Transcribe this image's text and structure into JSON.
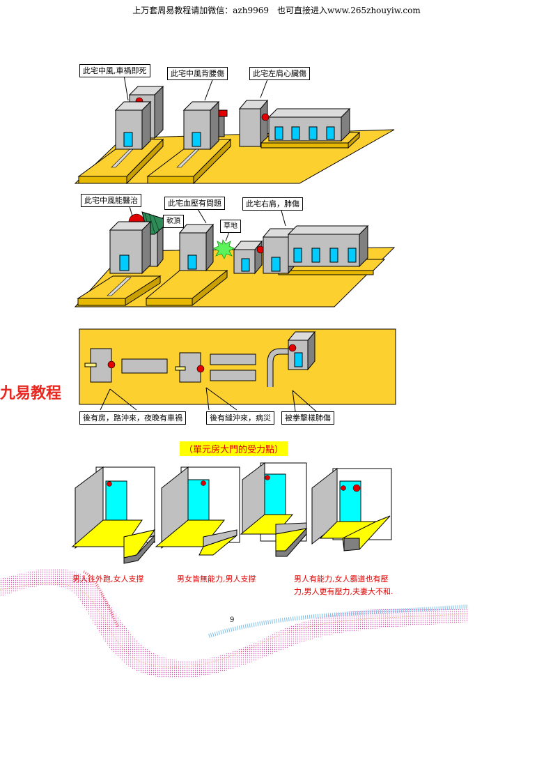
{
  "header": "上万套周易教程请加微信：azh9969　也可直接进入www.265zhouyiw.com",
  "row1": {
    "labels": [
      "此宅中風,車禍即死",
      "此宅中風背腰傷",
      "此宅左肩心臟傷"
    ]
  },
  "row2": {
    "labels": [
      "此宅中風能醫治",
      "此宅血壓有問題",
      "此宅右肩，肺傷"
    ],
    "roof_label": "軟頂",
    "grass_label": "草地"
  },
  "row3": {
    "labels": [
      "後有房，路沖來，夜晚有車禍",
      "後有縫沖來，病災",
      "被拳擊樣肺傷"
    ]
  },
  "watermark": "九易教程",
  "section_title": "（單元房大門的受力點）",
  "doors": {
    "captions": [
      "男人往外跑,女人支撑",
      "男女皆無能力,男人支撑",
      "男人有能力,女人霸道也有壓",
      "力,男人更有壓力,夫妻大不和."
    ]
  },
  "page_number": "9",
  "colors": {
    "ground": "#fcd02f",
    "building_front": "#c0c0c0",
    "building_side": "#808080",
    "window": "#00ccff",
    "dot": "#e00000",
    "door": "#00ffff",
    "step": "#ffff00"
  }
}
